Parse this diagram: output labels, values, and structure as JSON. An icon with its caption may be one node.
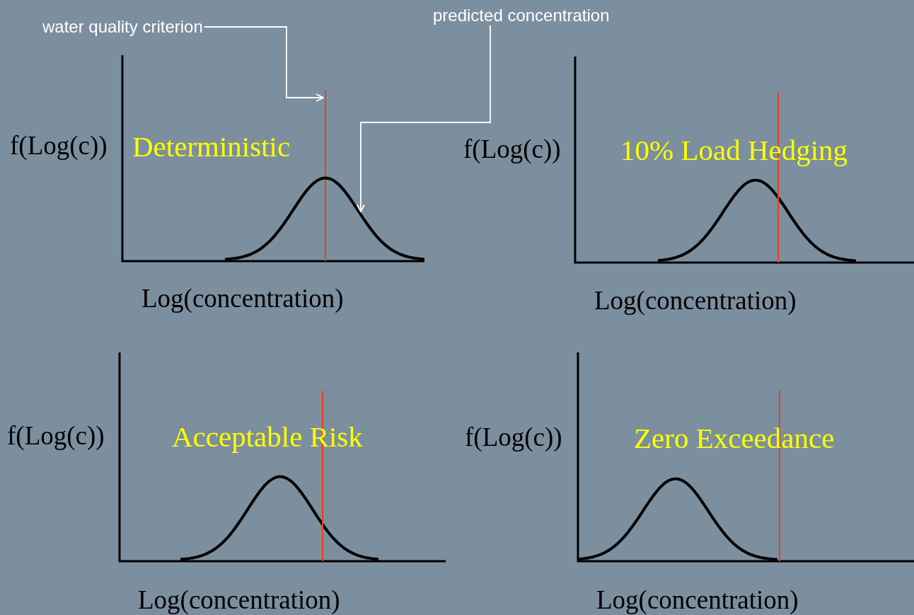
{
  "diagram": {
    "nodes": [
      {
        "text": [
          "water quality criterion"
        ]
      },
      {
        "text": [
          "predicted concentration"
        ]
      },
      {
        "text": [],
        "shape": "line"
      },
      {
        "text": [],
        "shape": "curve"
      }
    ],
    "edges": [
      {
        "from": 0,
        "to": 2,
        "arrow": "to"
      },
      {
        "from": 1,
        "to": 3,
        "arrow": "to"
      }
    ],
    "labels": [
      "f(Log(c))",
      "Deterministic",
      "f(Log(c))",
      "10% Load Hedging",
      "Log(concentration)",
      "Log(concentration)",
      "f(Log(c))",
      "Acceptable Risk",
      "f(Log(c))",
      "Zero Exceedance",
      "Log(concentration)",
      "Log(concentration)"
    ]
  }
}
